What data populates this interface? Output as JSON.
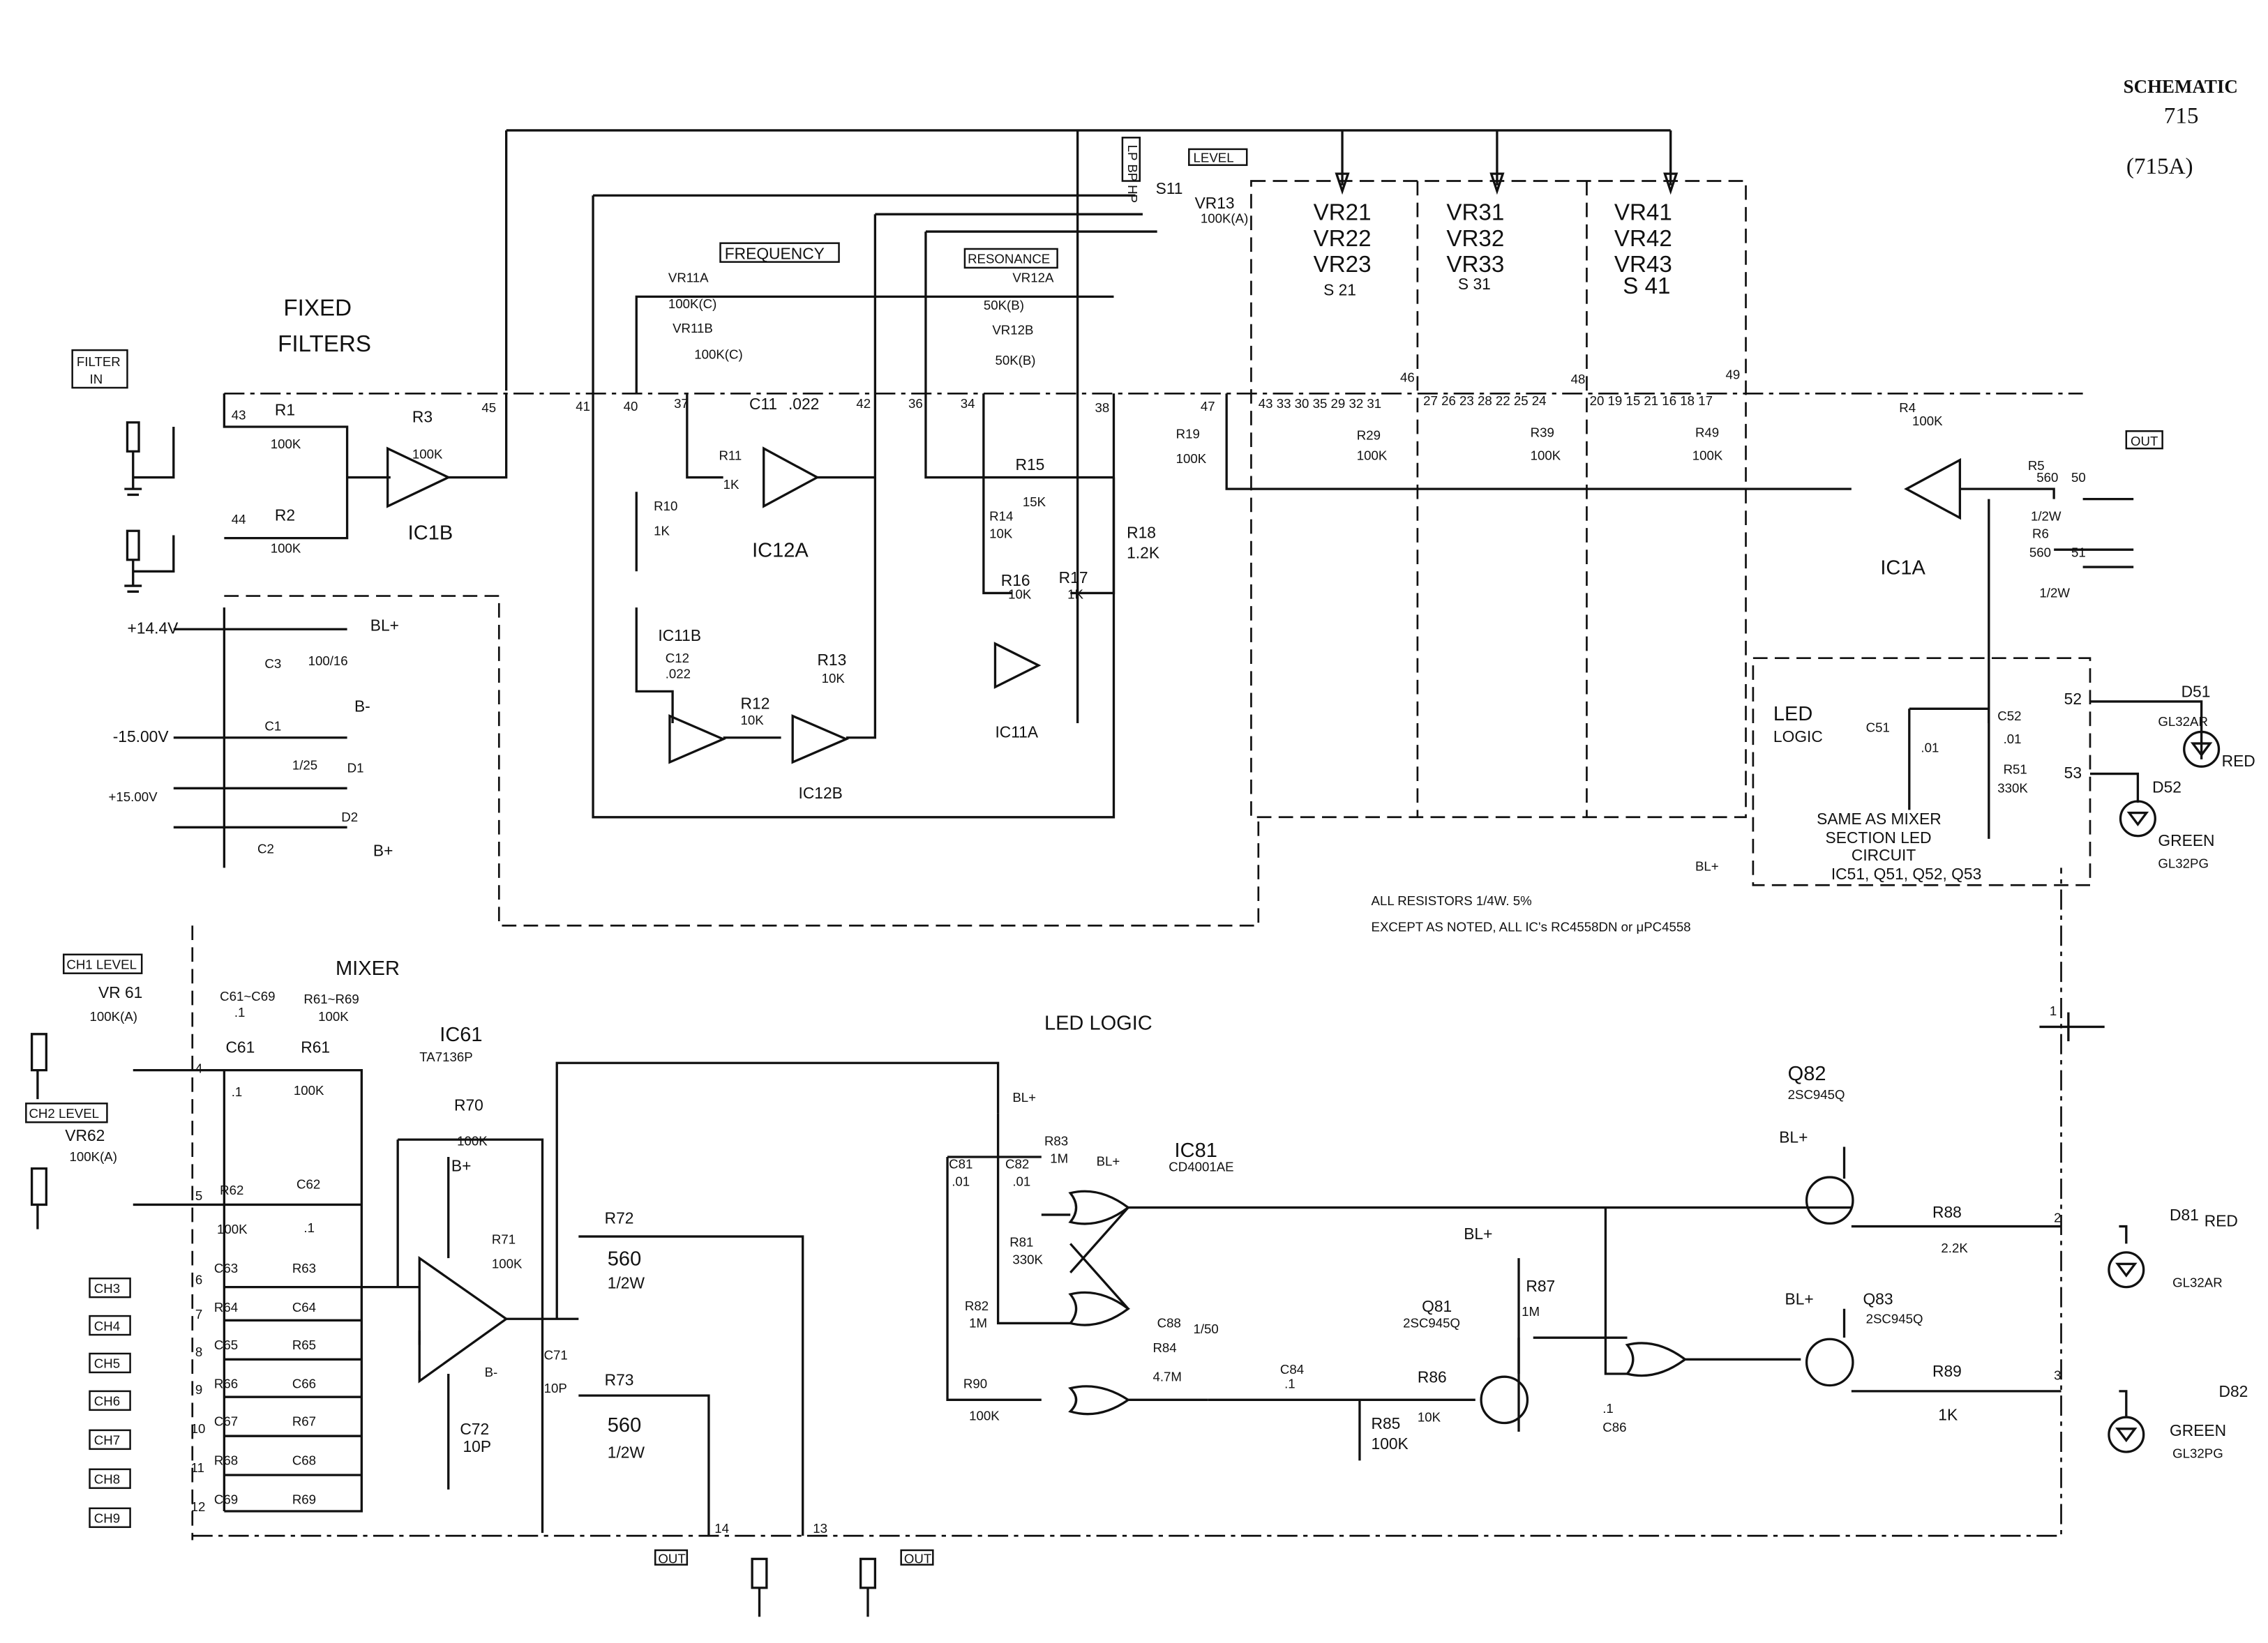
{
  "title": {
    "heading": "SCHEMATIC",
    "model": "715",
    "variant": "(715A)"
  },
  "sections": {
    "fixed_filters_1": "FIXED",
    "fixed_filters_2": "FILTERS",
    "mixer": "MIXER",
    "led_logic": "LED LOGIC",
    "led_logic_block_1": "LED",
    "led_logic_block_2": "LOGIC"
  },
  "boxes": {
    "filter_in_1": "FILTER",
    "filter_in_2": "IN",
    "frequency": "FREQUENCY",
    "resonance": "RESONANCE",
    "level": "LEVEL",
    "lp_bp_hp": "LP BP HP",
    "out_right": "OUT",
    "ch1_level": "CH1 LEVEL",
    "ch2_level": "CH2 LEVEL",
    "channels": [
      "CH3",
      "CH4",
      "CH5",
      "CH6",
      "CH7",
      "CH8",
      "CH9"
    ],
    "out_bottom_1": "OUT",
    "out_bottom_2": "OUT"
  },
  "eq_banks": [
    [
      "VR21",
      "VR22",
      "VR23",
      "S 21"
    ],
    [
      "VR31",
      "VR32",
      "VR33",
      "S 31"
    ],
    [
      "VR41",
      "VR42",
      "VR43",
      "S 41"
    ]
  ],
  "filter_section": {
    "r1": "R1",
    "r1_val": "100K",
    "r2": "R2",
    "r2_val": "100K",
    "r3": "R3",
    "r3_val": "100K",
    "ic1b": "IC1B",
    "vr11a": "VR11A",
    "vr11a_val": "100K(C)",
    "vr11b": "VR11B",
    "vr11b_val": "100K(C)",
    "vr12a": "VR12A",
    "vr12a_val": "50K(B)",
    "vr12b": "VR12B",
    "vr12b_val": "50K(B)",
    "vr13": "VR13",
    "vr13_val": "100K(A)",
    "s11": "S11",
    "c11": "C11",
    "c11_val": ".022",
    "c12": "C12",
    "c12_val": ".022",
    "r10": "R10",
    "r10_val": "1K",
    "r11": "R11",
    "r11_val": "1K",
    "r12": "R12",
    "r12_val": "10K",
    "r13": "R13",
    "r13_val": "10K",
    "r14": "R14",
    "r14_val": "10K",
    "r15": "R15",
    "r15_val": "15K",
    "r16": "R16",
    "r16_val": "10K",
    "r17": "R17",
    "r17_val": "1K",
    "r18": "R18",
    "r18_val": "1.2K",
    "r19": "R19",
    "r19_val": "100K",
    "ic12a": "IC12A",
    "ic12b": "IC12B",
    "ic11a": "IC11A",
    "ic11b": "IC11B",
    "r29": "R29",
    "r29_val": "100K",
    "r39": "R39",
    "r39_val": "100K",
    "r49": "R49",
    "r49_val": "100K",
    "r4": "R4",
    "r4_val": "100K",
    "r5": "R5",
    "r5_val": "560",
    "r5_w": "1/2W",
    "r6": "R6",
    "r6_val": "560",
    "r6_w": "1/2W",
    "ic1a": "IC1A",
    "nodes": [
      "43",
      "44",
      "45",
      "41",
      "40",
      "37",
      "42",
      "36",
      "34",
      "38",
      "47",
      "46",
      "48",
      "49",
      "50",
      "51",
      "52",
      "53"
    ],
    "eq_nodes_1": "43 33 30 35 29 32 31",
    "eq_nodes_2": "27 26 23 28 22 25 24",
    "eq_nodes_3": "20 19 15 21 16 18 17"
  },
  "power": {
    "v_plus_14": "+14.4V",
    "v_minus_15": "-15.00V",
    "v_plus_15": "+15.00V",
    "bl_plus": "BL+",
    "b_minus": "B-",
    "b_plus": "B+",
    "c1": "C1",
    "c2": "C2",
    "c3": "C3",
    "c3_val": "100/16",
    "d1": "D1",
    "d2": "D2",
    "cap_val": "1/25"
  },
  "led_block": {
    "c51": "C51",
    "c51_val": ".01",
    "c52": "C52",
    "c52_val": ".01",
    "r51": "R51",
    "r51_val": "330K",
    "note": [
      "SAME AS MIXER",
      "SECTION LED",
      "CIRCUIT",
      "IC51, Q51, Q52, Q53"
    ],
    "d51": "D51",
    "d51_part": "GL32AR",
    "d51_color": "RED",
    "d52": "D52",
    "d52_part": "GL32PG",
    "d52_color": "GREEN"
  },
  "notes": [
    "ALL RESISTORS 1/4W. 5%",
    "EXCEPT AS NOTED, ALL IC's RC4558DN or μPC4558"
  ],
  "mixer_section": {
    "vr61": "VR 61",
    "vr61_val": "100K(A)",
    "vr62": "VR62",
    "vr62_val": "100K(A)",
    "c_range": "C61~C69",
    "c_range_val": ".1",
    "r_range": "R61~R69",
    "r_range_val": "100K",
    "ic61": "IC61",
    "ic61_part": "TA7136P",
    "c61": "C61",
    "c61_val": ".1",
    "r61": "R61",
    "r61_val": "100K",
    "r62": "R62",
    "r62_val": "100K",
    "c62": "C62",
    "c62_val": ".1",
    "pairs": [
      [
        "C63",
        "R63"
      ],
      [
        "R64",
        "C64"
      ],
      [
        "C65",
        "R65"
      ],
      [
        "R66",
        "C66"
      ],
      [
        "C67",
        "R67"
      ],
      [
        "R68",
        "C68"
      ],
      [
        "C69",
        "R69"
      ]
    ],
    "r70": "R70",
    "r70_val": "100K",
    "r71": "R71",
    "r71_val": "100K",
    "r72": "R72",
    "r72_val": "560",
    "r72_w": "1/2W",
    "r73": "R73",
    "r73_val": "560",
    "r73_w": "1/2W",
    "c71": "C71",
    "c71_val": "10P",
    "c72": "C72",
    "c72_val": "10P",
    "nodes": [
      "4",
      "5",
      "6",
      "7",
      "8",
      "9",
      "10",
      "11",
      "12",
      "14",
      "13",
      "1",
      "2",
      "3"
    ]
  },
  "led_logic_section": {
    "ic81": "IC81",
    "ic81_part": "CD4001AE",
    "c81": "C81",
    "c81_val": ".01",
    "c82": "C82",
    "c82_val": ".01",
    "r83": "R83",
    "r83_val": "1M",
    "r81": "R81",
    "r81_val": "330K",
    "r82": "R82",
    "r82_val": "1M",
    "c88": "C88",
    "c88_val": "1/50",
    "r84": "R84",
    "r84_val": "4.7M",
    "r90": "R90",
    "r90_val": "100K",
    "c84": "C84",
    "c84_val": ".1",
    "r85": "R85",
    "r85_val": "100K",
    "r86": "R86",
    "r86_val": "10K",
    "r87": "R87",
    "r87_val": "1M",
    "c86": "C86",
    "c86_val": ".1",
    "q81": "Q81",
    "q81_part": "2SC945Q",
    "q82": "Q82",
    "q82_part": "2SC945Q",
    "q83": "Q83",
    "q83_part": "2SC945Q",
    "r88": "R88",
    "r88_val": "2.2K",
    "r89": "R89",
    "r89_val": "1K",
    "d81": "D81",
    "d81_color": "RED",
    "d81_part": "GL32AR",
    "d82": "D82",
    "d82_color": "GREEN",
    "d82_part": "GL32PG"
  },
  "colors": {
    "ink": "#111111",
    "paper": "#ffffff"
  }
}
